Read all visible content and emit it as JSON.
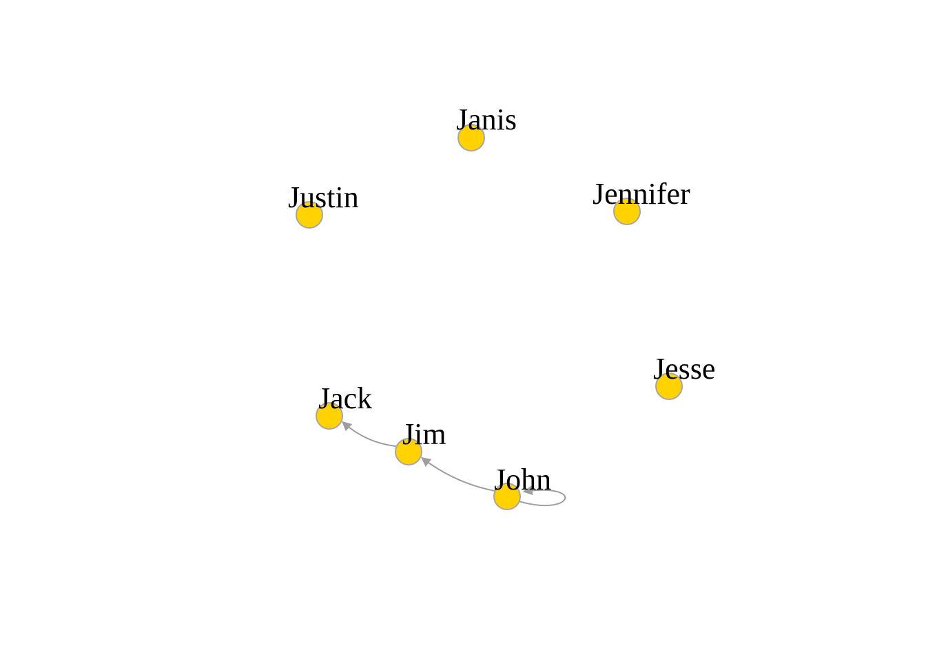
{
  "graph": {
    "node_fill": "#FFD200",
    "node_stroke": "#A6A6A6",
    "edge_color": "#9E9E9E",
    "nodes": [
      {
        "id": "Janis",
        "label": "Janis"
      },
      {
        "id": "Justin",
        "label": "Justin"
      },
      {
        "id": "Jennifer",
        "label": "Jennifer"
      },
      {
        "id": "Jesse",
        "label": "Jesse"
      },
      {
        "id": "Jack",
        "label": "Jack"
      },
      {
        "id": "Jim",
        "label": "Jim"
      },
      {
        "id": "John",
        "label": "John"
      }
    ],
    "edges": [
      {
        "from": "John",
        "to": "John"
      },
      {
        "from": "John",
        "to": "Jim"
      },
      {
        "from": "Jim",
        "to": "Jack"
      }
    ]
  }
}
